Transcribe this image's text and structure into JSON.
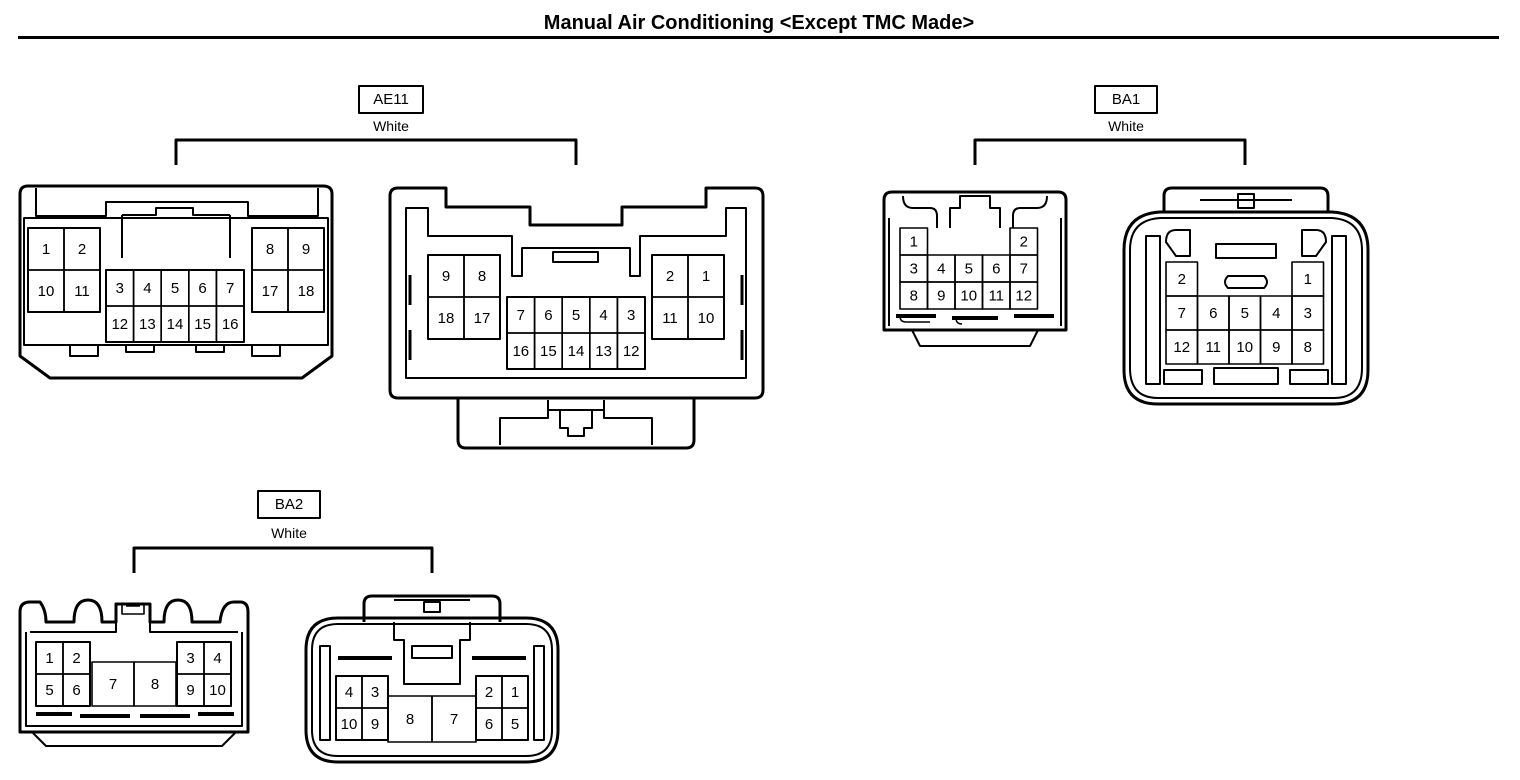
{
  "title": "Manual Air Conditioning <Except TMC Made>",
  "connectors": {
    "ae11": {
      "label": "AE11",
      "color": "White",
      "left": [
        [
          "1",
          "2",
          "10",
          "11"
        ],
        [
          "3",
          "4",
          "5",
          "6",
          "7",
          "12",
          "13",
          "14",
          "15",
          "16"
        ],
        [
          "8",
          "9",
          "17",
          "18"
        ]
      ],
      "right": [
        [
          "9",
          "8",
          "18",
          "17"
        ],
        [
          "7",
          "6",
          "5",
          "4",
          "3",
          "16",
          "15",
          "14",
          "13",
          "12"
        ],
        [
          "2",
          "1",
          "11",
          "10"
        ]
      ]
    },
    "ba1": {
      "label": "BA1",
      "color": "White",
      "left": [
        [
          "1",
          "2"
        ],
        [
          "3",
          "4",
          "5",
          "6",
          "7"
        ],
        [
          "8",
          "9",
          "10",
          "11",
          "12"
        ]
      ],
      "right": [
        [
          "2",
          "1"
        ],
        [
          "7",
          "6",
          "5",
          "4",
          "3"
        ],
        [
          "12",
          "11",
          "10",
          "9",
          "8"
        ]
      ]
    },
    "ba2": {
      "label": "BA2",
      "color": "White",
      "left": [
        [
          "1",
          "2",
          "5",
          "6"
        ],
        [
          "7",
          "8"
        ],
        [
          "3",
          "4",
          "9",
          "10"
        ]
      ],
      "right": [
        [
          "4",
          "3",
          "10",
          "9"
        ],
        [
          "8",
          "7"
        ],
        [
          "2",
          "1",
          "6",
          "5"
        ]
      ]
    }
  }
}
